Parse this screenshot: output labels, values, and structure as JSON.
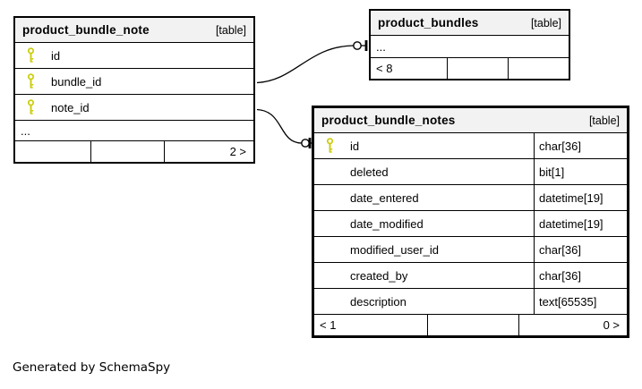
{
  "diagram": {
    "credit": "Generated by SchemaSpy"
  },
  "colors": {
    "header_bg": "#f2f2f2",
    "border": "#000000",
    "key_icon": "#cdcd13",
    "background": "#ffffff"
  },
  "tables": [
    {
      "name": "product_bundle_note",
      "tag": "[table]",
      "columns": [
        {
          "name": "id",
          "key": true
        },
        {
          "name": "bundle_id",
          "key": true
        },
        {
          "name": "note_id",
          "key": true
        },
        {
          "name": "...",
          "key": false
        }
      ],
      "footer": {
        "left": "",
        "center": "",
        "right": "2 >"
      }
    },
    {
      "name": "product_bundles",
      "tag": "[table]",
      "columns": [
        {
          "name": "...",
          "key": false
        }
      ],
      "footer": {
        "left": "< 8",
        "center": "",
        "right": ""
      }
    },
    {
      "name": "product_bundle_notes",
      "tag": "[table]",
      "columns": [
        {
          "name": "id",
          "type": "char[36]",
          "key": true
        },
        {
          "name": "deleted",
          "type": "bit[1]",
          "key": false
        },
        {
          "name": "date_entered",
          "type": "datetime[19]",
          "key": false
        },
        {
          "name": "date_modified",
          "type": "datetime[19]",
          "key": false
        },
        {
          "name": "modified_user_id",
          "type": "char[36]",
          "key": false
        },
        {
          "name": "created_by",
          "type": "char[36]",
          "key": false
        },
        {
          "name": "description",
          "type": "text[65535]",
          "key": false
        }
      ],
      "footer": {
        "left": "< 1",
        "center": "",
        "right": "0 >"
      }
    }
  ],
  "relationships": [
    {
      "from": "product_bundle_note.bundle_id",
      "to": "product_bundles",
      "end_symbol": "zero-or-one"
    },
    {
      "from": "product_bundle_note.note_id",
      "to": "product_bundle_notes.id",
      "end_symbol": "zero-or-one"
    }
  ]
}
